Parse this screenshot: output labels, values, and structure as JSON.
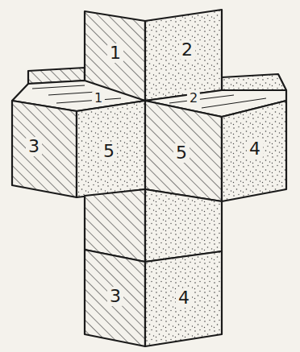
{
  "diagram": {
    "labels": [
      "1",
      "2",
      "1",
      "2",
      "3",
      "5",
      "5",
      "4",
      "3",
      "4"
    ]
  }
}
